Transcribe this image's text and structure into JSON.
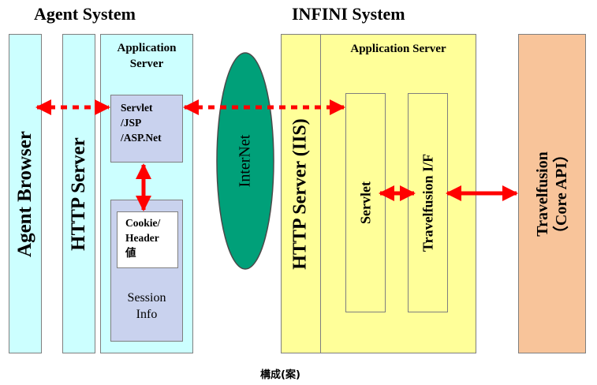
{
  "agent_title": "Agent System",
  "infini_title": "INFINI System",
  "agent_browser": "Agent Browser",
  "http_server_agent": "HTTP Server",
  "app_server_agent": [
    "Application",
    "Server"
  ],
  "servlet_jsp": [
    "Servlet",
    "/JSP",
    "/ASP.Net"
  ],
  "cookie_header": [
    "Cookie/",
    "Header",
    "値"
  ],
  "session_info": [
    "Session",
    "Info"
  ],
  "internet": "InterNet",
  "http_server_iis": "HTTP Server (IIS)",
  "app_server_infini": "Application Server",
  "servlet": "Servlet",
  "travelfusion_if": "Travelfusion I/F",
  "travelfusion_core": [
    "Travelfusion",
    "（Core API）"
  ],
  "caption": "構成(案)",
  "colors": {
    "cyan": "#ccffff",
    "yellow": "#ffff99",
    "lavender": "#c9d2ee",
    "orange": "#f8c49a",
    "ellipse": "#00a079",
    "arrow": "#ff0000"
  }
}
